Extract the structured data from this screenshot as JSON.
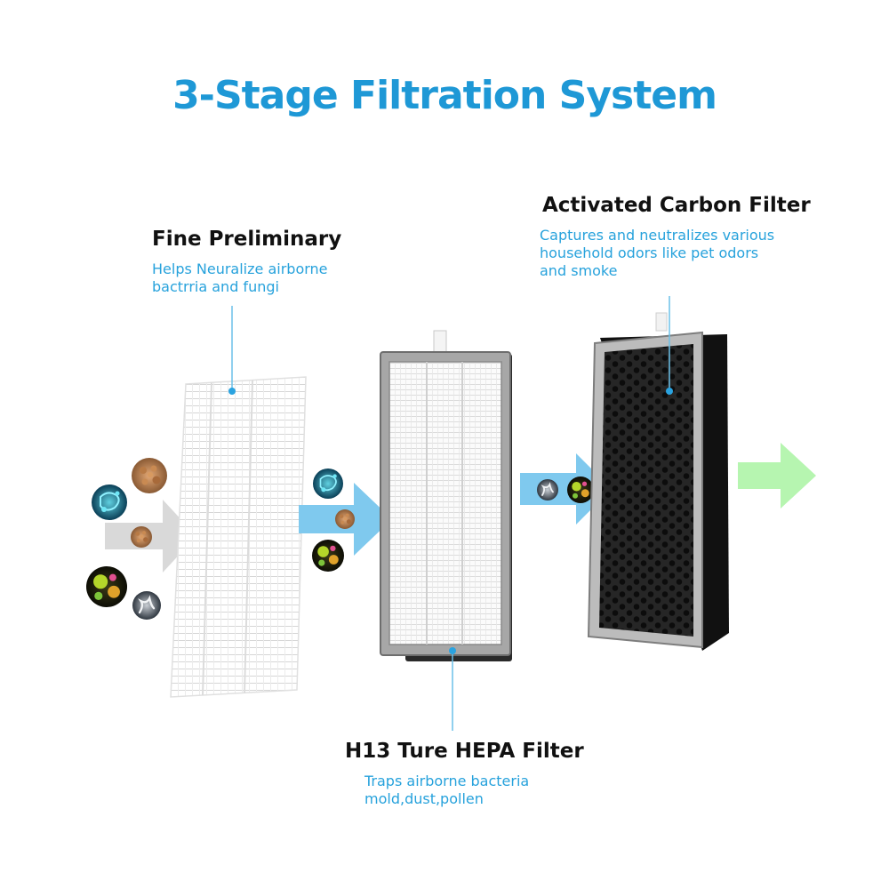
{
  "title": "3-Stage Filtration System",
  "colors": {
    "title": "#1e98d6",
    "description": "#27a2dc",
    "leader_line": "#6bc0e8",
    "gray_arrow": "#d9d9d9",
    "blue_arrow": "#7fc9ee",
    "green_arrow": "#b6f5b0",
    "carbon": "#1e1e1e",
    "frame": "#8a8a8a"
  },
  "stages": [
    {
      "id": "fine-preliminary",
      "heading": "Fine Preliminary",
      "description": "Helps Neuralize airborne\nbactrria and fungi"
    },
    {
      "id": "hepa",
      "heading": "H13 Ture HEPA Filter",
      "description": "Traps airborne bacteria\nmold,dust,pollen"
    },
    {
      "id": "carbon",
      "heading": "Activated Carbon Filter",
      "description": "Captures and neutralizes various\nhousehold odors like pet odors\nand smoke"
    }
  ],
  "icons": [
    "bacteria-icon",
    "dust-icon",
    "pollen-icon",
    "smoke-icon",
    "green-arrow-icon"
  ]
}
